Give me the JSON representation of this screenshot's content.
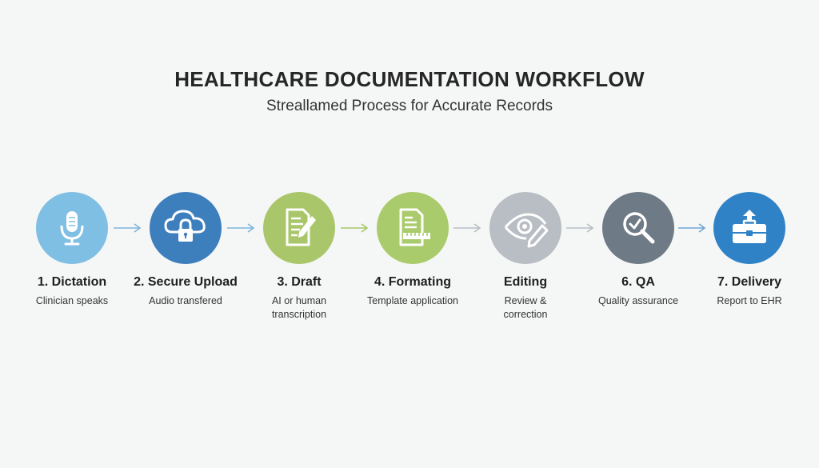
{
  "header": {
    "title": "HEALTHCARE DOCUMENTATION WORKFLOW",
    "subtitle": "Streallamed Process for Accurate Records"
  },
  "steps": [
    {
      "title": "1. Dictation",
      "description": "Clinician speaks",
      "icon": "microphone-icon",
      "color": "#7fbfe3"
    },
    {
      "title": "2. Secure Upload",
      "description": "Audio transfered",
      "icon": "cloud-lock-icon",
      "color": "#3d7fbd"
    },
    {
      "title": "3. Draft",
      "description": "AI or human\ntranscription",
      "icon": "document-pen-icon",
      "color": "#a9c66a"
    },
    {
      "title": "4. Formating",
      "description": "Template application",
      "icon": "template-document-icon",
      "color": "#aacb6b"
    },
    {
      "title": "Editing",
      "description": "Review &\ncorrection",
      "icon": "eye-pencil-icon",
      "color": "#b9bec4"
    },
    {
      "title": "6. QA",
      "description": "Quality assurance",
      "icon": "magnifier-check-icon",
      "color": "#6f7a87"
    },
    {
      "title": "7. Delivery",
      "description": "Report to EHR",
      "icon": "briefcase-upload-icon",
      "color": "#2f82c6"
    }
  ],
  "arrow_colors": [
    "#7fb6dc",
    "#7fb6dc",
    "#a9c66a",
    "#b9bec4",
    "#b9bec4",
    "#6ea6d6"
  ]
}
